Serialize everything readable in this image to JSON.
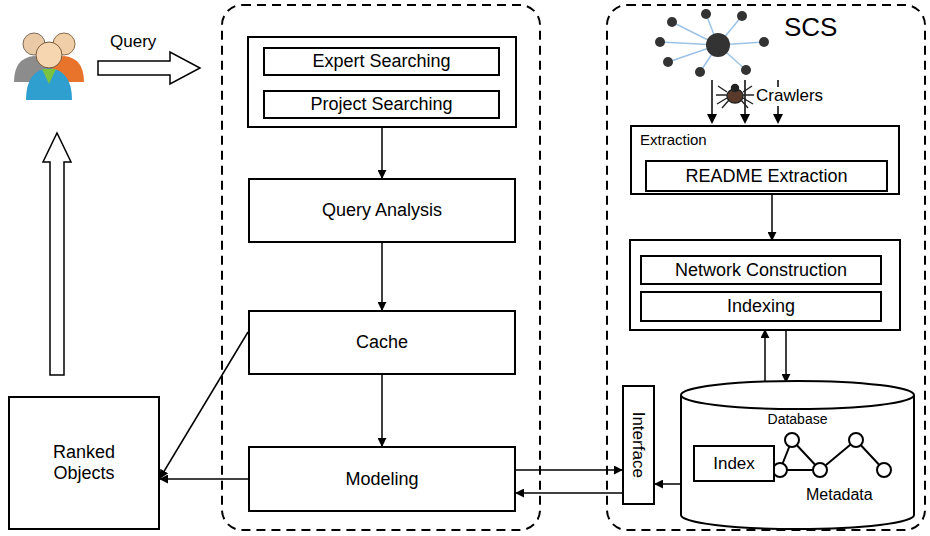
{
  "diagram": {
    "nodes": [
      {
        "text": [
          "Expert Searching"
        ]
      },
      {
        "text": [
          "Project Searching"
        ]
      },
      {
        "text": [
          "Query Analysis"
        ]
      },
      {
        "text": [
          "Cache"
        ]
      },
      {
        "text": [
          "Modeling"
        ]
      },
      {
        "text": [
          "Ranked Objects"
        ]
      },
      {
        "text": [
          "Extraction"
        ]
      },
      {
        "text": [
          "README Extraction"
        ],
        "in": 6
      },
      {
        "text": [
          "Network Construction"
        ]
      },
      {
        "text": [
          "Indexing"
        ]
      },
      {
        "text": [
          "Database"
        ]
      },
      {
        "text": [
          "Index"
        ],
        "in": 10
      },
      {
        "text": [
          "Interface"
        ]
      }
    ],
    "edges": [
      {
        "from": 1,
        "to": 2,
        "arrow": "to"
      },
      {
        "from": 2,
        "to": 3,
        "arrow": "to"
      },
      {
        "from": 3,
        "to": 4,
        "arrow": "to"
      },
      {
        "from": 3,
        "to": 5,
        "arrow": "to"
      },
      {
        "from": 4,
        "to": 5,
        "arrow": "to"
      },
      {
        "from": 4,
        "to": 12,
        "arrow": "to"
      },
      {
        "from": 12,
        "to": 4,
        "arrow": "to"
      },
      {
        "from": 10,
        "to": 12,
        "arrow": "to"
      },
      {
        "from": 6,
        "to": 8,
        "arrow": "to"
      },
      {
        "from": 9,
        "to": 10,
        "arrow": "to"
      },
      {
        "from": 10,
        "to": 9,
        "arrow": "to"
      }
    ],
    "labels": [
      "Query",
      "SCS",
      "Crawlers",
      "Metadata"
    ]
  }
}
